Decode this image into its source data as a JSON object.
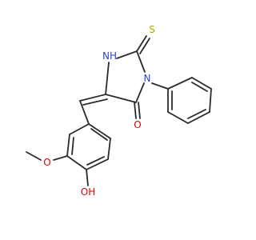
{
  "molecule": {
    "colors": {
      "bond": "#2b2b2b",
      "S": "#b5a800",
      "N": "#2a3fd8",
      "O": "#e00000"
    },
    "atoms": [
      {
        "id": "thione-S",
        "label": "S",
        "color": "S"
      },
      {
        "id": "ring-NH",
        "label": "NH",
        "color": "N"
      },
      {
        "id": "ring-N",
        "label": "N",
        "color": "N"
      },
      {
        "id": "carbonyl-O",
        "label": "O",
        "color": "O"
      },
      {
        "id": "methoxy-O",
        "label": "O",
        "color": "O"
      },
      {
        "id": "hydroxyl-OH",
        "label": "OH",
        "color": "O"
      }
    ]
  }
}
